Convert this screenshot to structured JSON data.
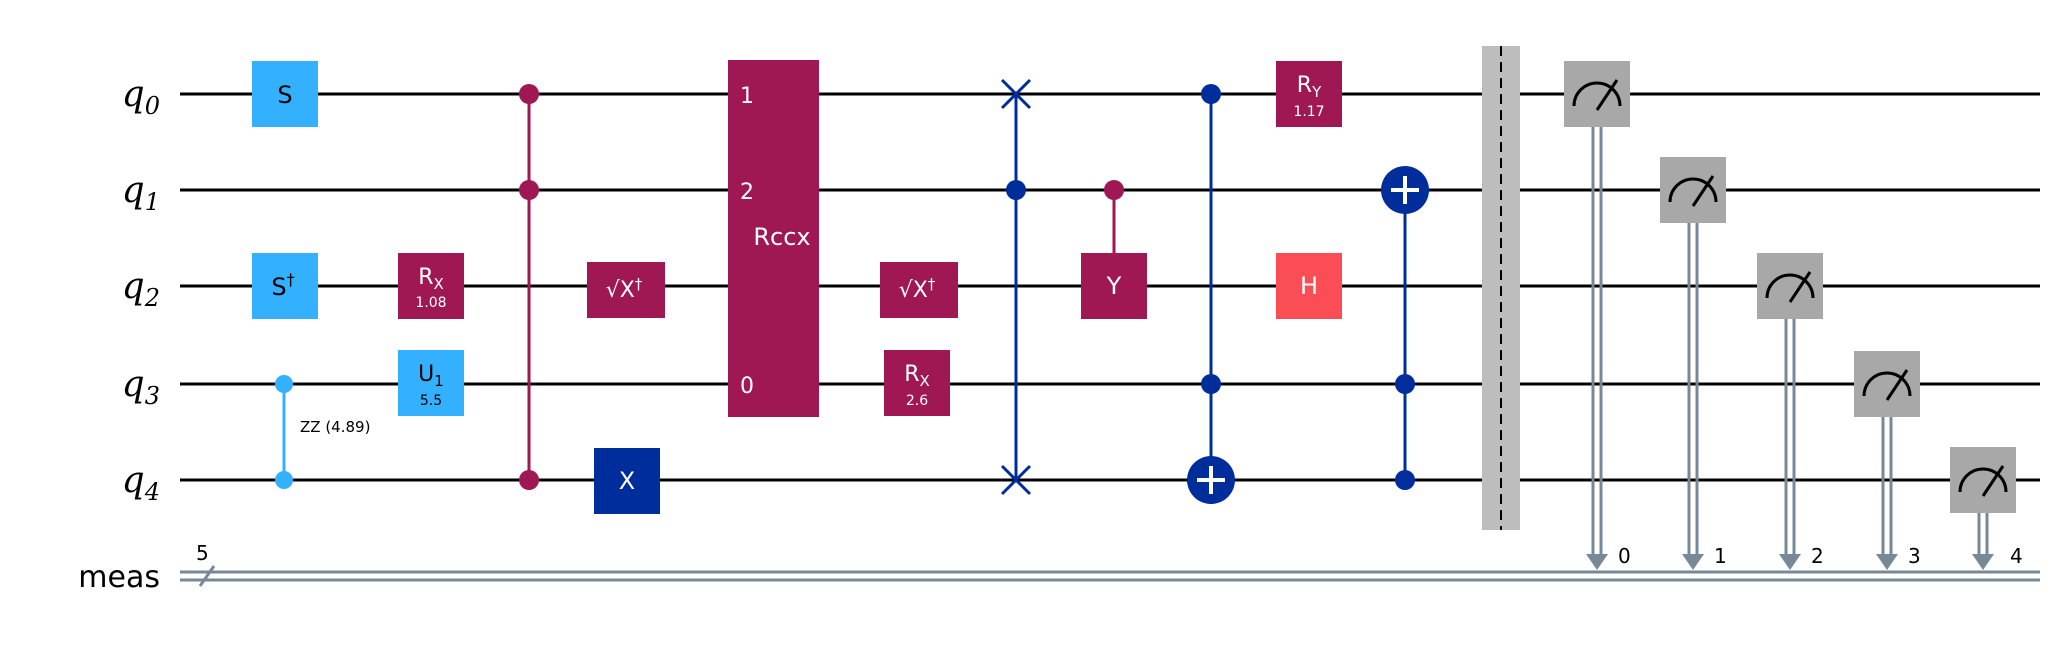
{
  "qubits": [
    {
      "base": "q",
      "index": "0"
    },
    {
      "base": "q",
      "index": "1"
    },
    {
      "base": "q",
      "index": "2"
    },
    {
      "base": "q",
      "index": "3"
    },
    {
      "base": "q",
      "index": "4"
    }
  ],
  "classical": {
    "label": "meas",
    "width": "5",
    "bit_labels": [
      "0",
      "1",
      "2",
      "3",
      "4"
    ]
  },
  "colors": {
    "clifford_light": "#33b1ff",
    "clifford_dark": "#002d9c",
    "param": "#9f1853",
    "hadamard": "#fa4d56",
    "measure": "#a8a8a8",
    "barrier": "#bdbdbd",
    "classical_wire": "#778899",
    "wire": "#000000"
  },
  "gates": {
    "s": {
      "label": "S"
    },
    "sdg": {
      "label": "S",
      "sup": "†"
    },
    "rx1": {
      "label": "R",
      "sub": "X",
      "param": "1.08"
    },
    "u1": {
      "label": "U",
      "sub": "1",
      "param": "5.5"
    },
    "rzz": {
      "label": "ZZ (4.89)"
    },
    "sxdg1": {
      "label": "√X",
      "sup": "†"
    },
    "x": {
      "label": "X"
    },
    "rccx": {
      "label": "Rccx",
      "pins": [
        "1",
        "2",
        "0"
      ]
    },
    "sxdg2": {
      "label": "√X",
      "sup": "†"
    },
    "rx2": {
      "label": "R",
      "sub": "X",
      "param": "2.6"
    },
    "cy": {
      "label": "Y"
    },
    "ry": {
      "label": "R",
      "sub": "Y",
      "param": "1.17"
    },
    "h": {
      "label": "H"
    }
  }
}
